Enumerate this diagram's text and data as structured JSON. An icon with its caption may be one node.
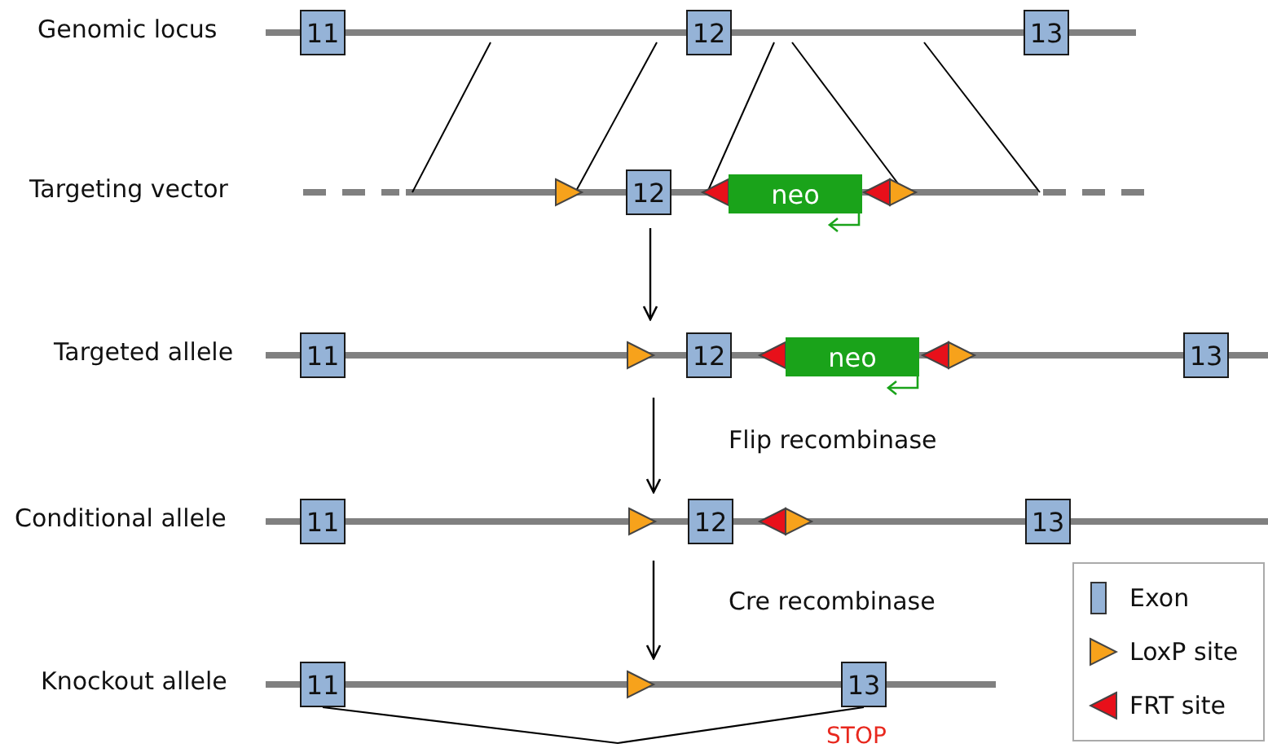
{
  "diagram": {
    "nodes": [
      {
        "text": [
          "11"
        ]
      },
      {
        "text": [
          "12"
        ]
      },
      {
        "text": [
          "13"
        ]
      },
      {
        "text": [
          "12"
        ]
      },
      {
        "text": [
          "neo"
        ]
      },
      {
        "text": [
          "11"
        ]
      },
      {
        "text": [
          "12"
        ]
      },
      {
        "text": [
          "neo"
        ]
      },
      {
        "text": [
          "13"
        ]
      },
      {
        "text": [
          "11"
        ]
      },
      {
        "text": [
          "12"
        ]
      },
      {
        "text": [
          "13"
        ]
      },
      {
        "text": [
          "11"
        ]
      },
      {
        "text": [
          "13"
        ],
        "beside": [
          "STOP"
        ]
      }
    ],
    "edges": [
      {
        "from": 12,
        "to": 13,
        "arrow": "none"
      }
    ],
    "labels": [
      "Genomic locus",
      "Targeting vector",
      "Targeted allele",
      "Flip recombinase",
      "Conditional allele",
      "Cre recombinase",
      "Knockout allele"
    ],
    "legend": [
      {
        "text": "Exon",
        "color": "#95b3d7"
      },
      {
        "text": "LoxP site"
      },
      {
        "text": "FRT site"
      }
    ]
  }
}
